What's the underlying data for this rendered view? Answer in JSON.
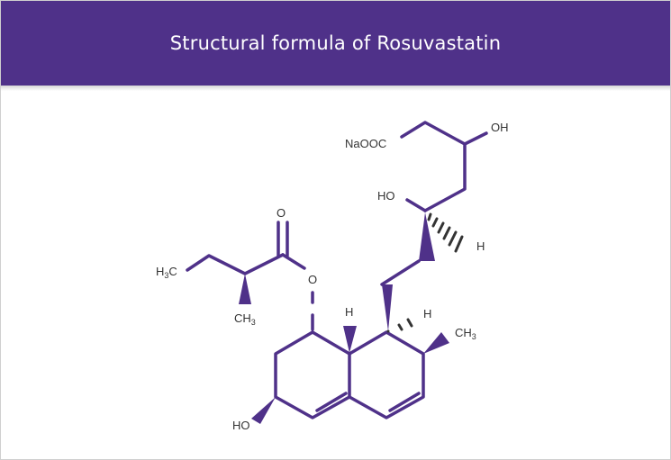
{
  "header": {
    "title": "Structural formula of Rosuvastatin",
    "background_color": "#4f3189"
  },
  "colors": {
    "bond": "#4f3189",
    "label": "#333333"
  },
  "labels": {
    "naooc": "NaOOC",
    "oh_top": "OH",
    "ho_chain": "HO",
    "h_chain": "H",
    "carbonyl_o": "O",
    "ester_o": "O",
    "h3c": "H",
    "h3c_sub": "3",
    "h3c_c": "C",
    "ch3_left": "CH",
    "ch3_left_sub": "3",
    "h_ring_left": "H",
    "h_ring_right": "H",
    "ch3_right": "CH",
    "ch3_right_sub": "3",
    "ho_ring": "HO"
  }
}
